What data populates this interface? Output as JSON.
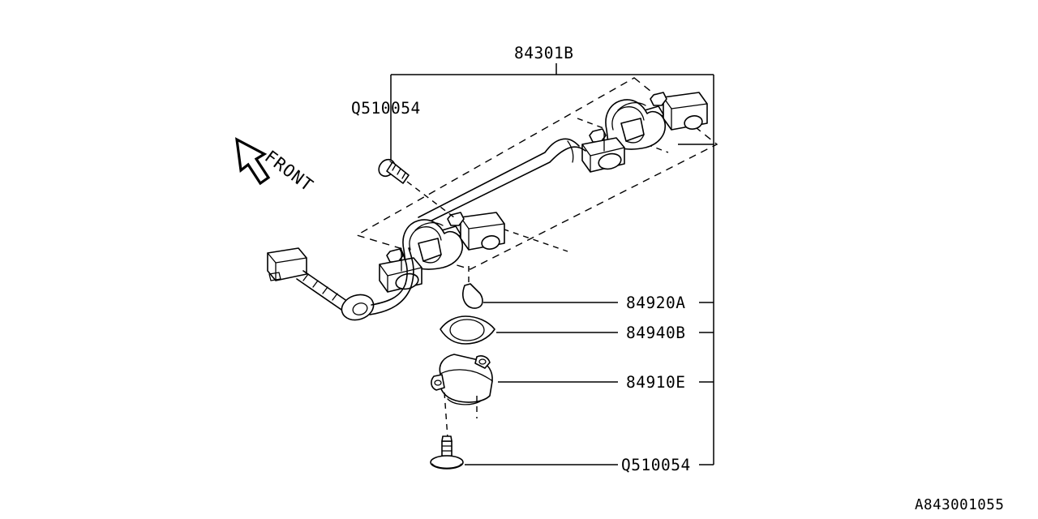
{
  "sheet": {
    "drawing_number": "A843001055",
    "direction_marker": {
      "label": "FRONT",
      "icon": "arrow-up-left-icon"
    }
  },
  "callouts": {
    "assembly": {
      "label": "84301B",
      "name": "license-plate-lamp-assembly"
    },
    "upper_bolt": {
      "label": "Q510054",
      "name": "upper-mounting-bolt"
    },
    "bulb": {
      "label": "84920A",
      "name": "lamp-bulb"
    },
    "gasket": {
      "label": "84940B",
      "name": "lamp-gasket"
    },
    "lamp_body": {
      "label": "84910E",
      "name": "lamp-housing"
    },
    "lower_bolt": {
      "label": "Q510054",
      "name": "lower-mounting-bolt"
    }
  },
  "colors": {
    "line": "#000000",
    "background": "#ffffff"
  }
}
